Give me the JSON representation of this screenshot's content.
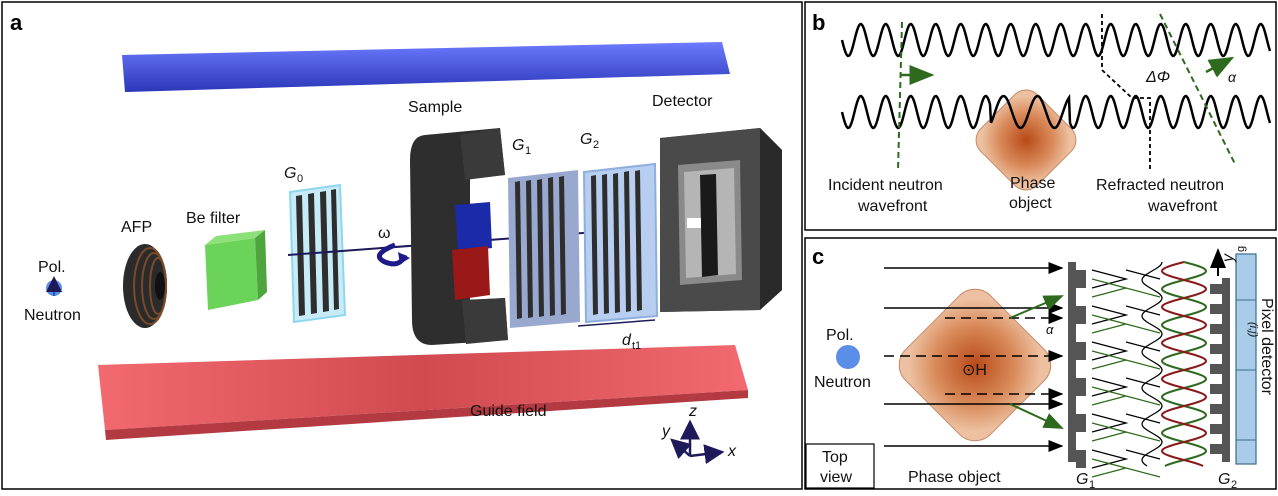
{
  "panel_a": {
    "letter": "a",
    "labels": {
      "pol": "Pol.",
      "neutron": "Neutron",
      "afp": "AFP",
      "be_filter": "Be filter",
      "g0": "G",
      "g0_sub": "0",
      "omega": "ω",
      "sample": "Sample",
      "g1": "G",
      "g1_sub": "1",
      "g2": "G",
      "g2_sub": "2",
      "detector": "Detector",
      "dt1": "d",
      "dt1_sub": "t1",
      "guide_field": "Guide field",
      "axis_x": "x",
      "axis_y": "y",
      "axis_z": "z"
    }
  },
  "panel_b": {
    "letter": "b",
    "labels": {
      "delta_phi": "ΔΦ",
      "alpha": "α",
      "incident_1": "Incident neutron",
      "incident_2": "wavefront",
      "phase_1": "Phase",
      "phase_2": "object",
      "refracted_1": "Refracted neutron",
      "refracted_2": "wavefront"
    }
  },
  "panel_c": {
    "letter": "c",
    "labels": {
      "pol": "Pol.",
      "neutron": "Neutron",
      "alpha": "α",
      "h_field": "⊙H",
      "pixel_detector": "Pixel detector",
      "pixel_index": "(i,j)",
      "yg": "y",
      "yg_sub": "g",
      "top_view_1": "Top",
      "top_view_2": "view",
      "phase_object": "Phase object",
      "g1": "G",
      "g1_sub": "1",
      "g2": "G",
      "g2_sub": "2"
    }
  },
  "colors": {
    "top_plate": "#3f4fd8",
    "bottom_plate": "#e8525a",
    "be_filter": "#6cd35a",
    "grating_frame": "#8fd6ef",
    "magnet_body": "#2e2e2e",
    "pole_blue": "#1a2aa8",
    "pole_red": "#9a1818",
    "phase_object": "#d98a5a",
    "green_wave": "#2e6a1e",
    "red_wave": "#8a1a1a",
    "pixel_detector": "#a9cde8",
    "neutron_dot": "#5b8ee6"
  }
}
